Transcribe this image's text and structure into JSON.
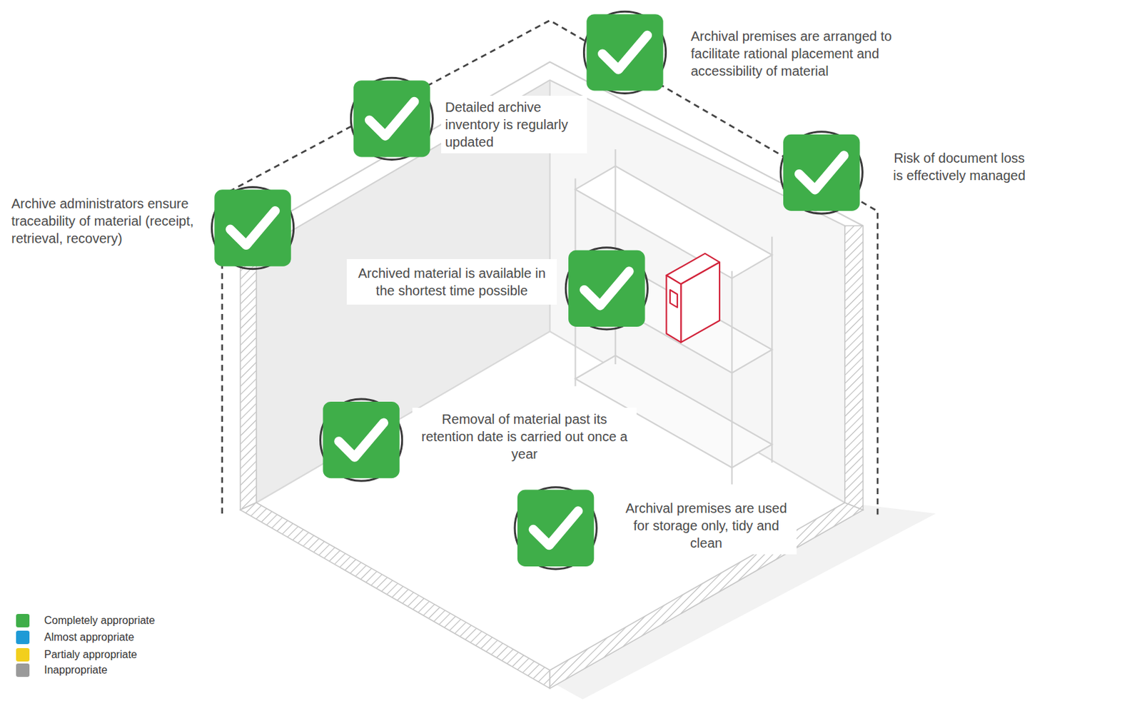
{
  "diagram": {
    "labels": [
      "Archival premises are arranged to facilitate rational placement and accessibility of material",
      "Detailed archive inventory is regularly updated",
      "Risk of document loss is effectively managed",
      "Archive administrators ensure traceability of material (receipt, retrieval, recovery)",
      "Archived material is available in the shortest time possible",
      "Removal of material past its retention date is carried out once a year",
      "Archival premises are used for storage only, tidy and clean"
    ],
    "legend": [
      {
        "text": "Completely appropriate",
        "color": "#3fae49"
      },
      {
        "text": "Almost appropriate",
        "color": "#1e9ad6"
      },
      {
        "text": "Partialy appropriate",
        "color": "#f2cf1d"
      },
      {
        "text": "Inappropriate",
        "color": "#9a9a9a"
      }
    ]
  }
}
